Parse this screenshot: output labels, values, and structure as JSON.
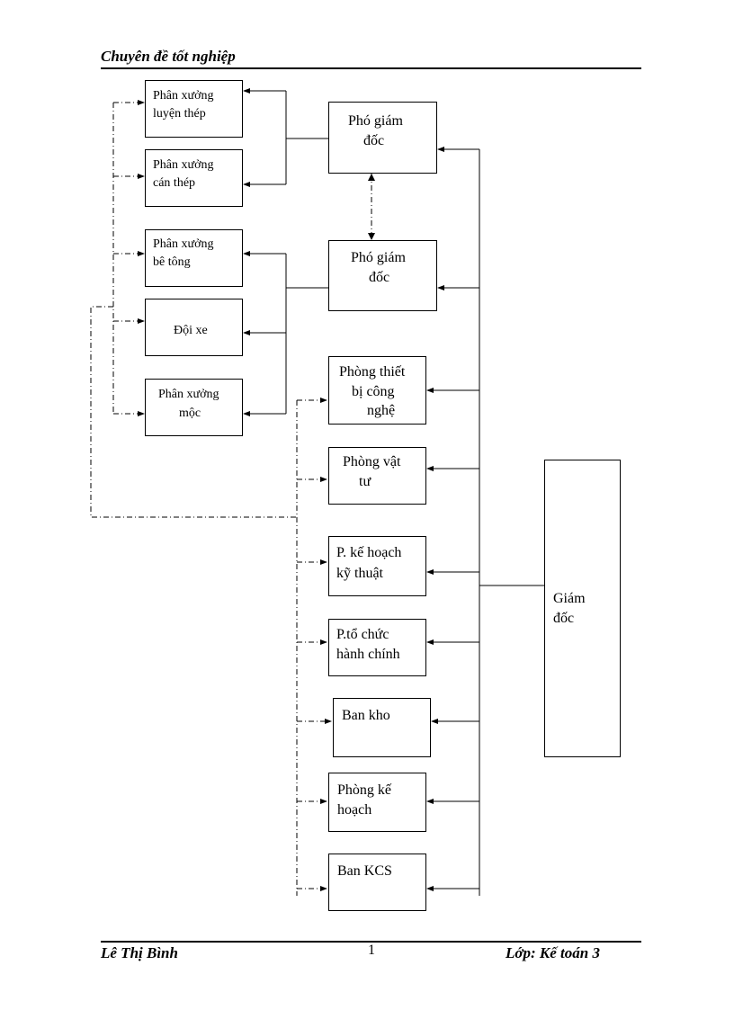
{
  "header": {
    "title": "Chuyên đề tốt nghiệp"
  },
  "footer": {
    "author": "Lê Thị Bình",
    "page_number": "1",
    "class": "Lớp: Kế toán 3"
  },
  "chart": {
    "director": {
      "line1": "Giám",
      "line2": "đốc"
    },
    "deputy_1": {
      "line1": "Phó giám",
      "line2": "đốc"
    },
    "deputy_2": {
      "line1": "Phó giám",
      "line2": "đốc"
    },
    "departments": [
      {
        "line1": "Phòng thiết",
        "line2": "bị công",
        "line3": "nghệ"
      },
      {
        "line1": "Phòng vật",
        "line2": "tư"
      },
      {
        "line1": "P. kế hoạch",
        "line2": "kỹ thuật"
      },
      {
        "line1": "P.tổ chức",
        "line2": "hành chính"
      },
      {
        "line1": "Ban kho"
      },
      {
        "line1": "Phòng kế",
        "line2": "hoạch"
      },
      {
        "line1": "Ban KCS"
      }
    ],
    "workshops": [
      {
        "line1": "Phân xưởng",
        "line2": "luyện  thép"
      },
      {
        "line1": "Phân xưởng",
        "line2": "cán thép"
      },
      {
        "line1": "Phân xưởng",
        "line2": "bê tông"
      },
      {
        "line1": "Đội xe"
      },
      {
        "line1": "Phân xưởng",
        "line2": "mộc"
      }
    ]
  }
}
